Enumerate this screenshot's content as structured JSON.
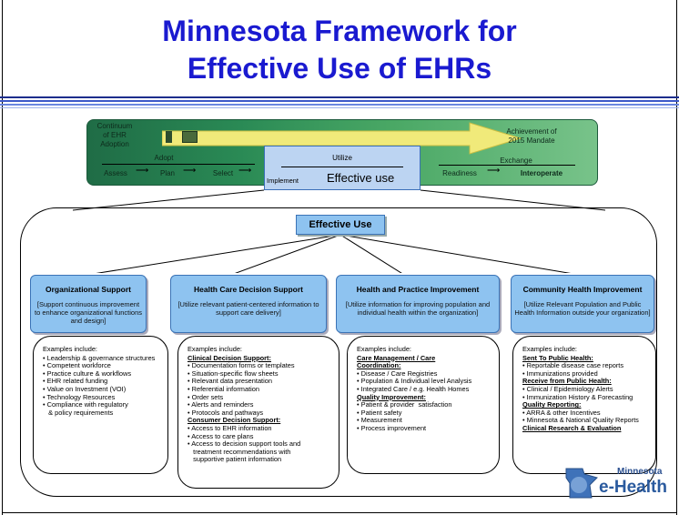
{
  "title": {
    "line1": "Minnesota Framework for",
    "line2": "Effective Use of EHRs"
  },
  "continuum": {
    "left_label": "Continuum\nof EHR\nAdoption",
    "right_label": "Achievement of\n2015 Mandate",
    "adopt": "Adopt",
    "assess": "Assess",
    "plan": "Plan",
    "select": "Select",
    "utilize": "Utilize",
    "implement": "Implement",
    "effective_use": "Effective use",
    "exchange": "Exchange",
    "readiness": "Readiness",
    "interoperate": "Interoperate"
  },
  "root": "Effective Use",
  "categories": [
    {
      "title": "Organizational Support",
      "subtitle": "[Support continuous improvement to enhance organizational functions and design]",
      "examples": [
        {
          "type": "head",
          "text": "Examples include:"
        },
        {
          "type": "item",
          "text": "• Leadership & governance structures"
        },
        {
          "type": "item",
          "text": "• Competent workforce"
        },
        {
          "type": "item",
          "text": "• Practice culture & workflows"
        },
        {
          "type": "item",
          "text": "• EHR related funding"
        },
        {
          "type": "item",
          "text": "• Value on Investment (VOI)"
        },
        {
          "type": "item",
          "text": "• Technology Resources"
        },
        {
          "type": "item",
          "text": "• Compliance with regulatory"
        },
        {
          "type": "item",
          "text": "   & policy requirements"
        }
      ]
    },
    {
      "title": "Health Care Decision Support",
      "subtitle": "[Utilize relevant patient-centered information to support care delivery]",
      "examples": [
        {
          "type": "head",
          "text": "Examples include:"
        },
        {
          "type": "sub",
          "text": "Clinical Decision Support:"
        },
        {
          "type": "item",
          "text": "• Documentation forms or templates"
        },
        {
          "type": "item",
          "text": "• Situation-specific flow sheets"
        },
        {
          "type": "item",
          "text": "• Relevant data presentation"
        },
        {
          "type": "item",
          "text": "• Referential information"
        },
        {
          "type": "item",
          "text": "• Order sets"
        },
        {
          "type": "item",
          "text": "• Alerts and reminders"
        },
        {
          "type": "item",
          "text": "• Protocols and pathways"
        },
        {
          "type": "sub",
          "text": "Consumer Decision Support:"
        },
        {
          "type": "item",
          "text": "• Access to EHR information"
        },
        {
          "type": "item",
          "text": "• Access to care plans"
        },
        {
          "type": "item",
          "text": "• Access to decision support tools and"
        },
        {
          "type": "item",
          "text": "   treatment recommendations with"
        },
        {
          "type": "item",
          "text": "   supportive patient information"
        }
      ]
    },
    {
      "title": "Health and Practice Improvement",
      "subtitle": "[Utilize information for improving population and individual health within the organization]",
      "examples": [
        {
          "type": "head",
          "text": "Examples include:"
        },
        {
          "type": "sub",
          "text": "Care Management / Care"
        },
        {
          "type": "sub",
          "text": "Coordination:"
        },
        {
          "type": "item",
          "text": "• Disease / Care Registries"
        },
        {
          "type": "item",
          "text": "• Population & Individual level Analysis"
        },
        {
          "type": "item",
          "text": "• Integrated Care / e.g. Health Homes"
        },
        {
          "type": "sub",
          "text": "Quality Improvement:"
        },
        {
          "type": "item",
          "text": "• Patient & provider  satisfaction"
        },
        {
          "type": "item",
          "text": "• Patient safety"
        },
        {
          "type": "item",
          "text": "• Measurement"
        },
        {
          "type": "item",
          "text": "• Process improvement"
        }
      ]
    },
    {
      "title": "Community Health Improvement",
      "subtitle": "[Utilize Relevant Population and Public Health Information outside your organization]",
      "examples": [
        {
          "type": "head",
          "text": "Examples include:"
        },
        {
          "type": "sub",
          "text": "Sent To Public Health:"
        },
        {
          "type": "item",
          "text": "• Reportable disease case reports"
        },
        {
          "type": "item",
          "text": "• Immunizations provided"
        },
        {
          "type": "sub",
          "text": "Receive from Public Health:"
        },
        {
          "type": "item",
          "text": "• Clinical / Epidemiology Alerts"
        },
        {
          "type": "item",
          "text": "• Immunization History & Forecasting"
        },
        {
          "type": "sub",
          "text": "Quality Reporting:"
        },
        {
          "type": "item",
          "text": "• ARRA & other Incentives"
        },
        {
          "type": "item",
          "text": "• Minnesota & National Quality Reports"
        },
        {
          "type": "sub",
          "text": "Clinical Research & Evaluation"
        }
      ]
    }
  ],
  "logo": {
    "line1": "Minnesota",
    "line2": "e-Health"
  },
  "colors": {
    "title": "#1a1ad0",
    "box_fill": "#8ec3f0",
    "box_border": "#3b73b6",
    "band_green": "#2a8a55",
    "arrow_yellow": "#f0ea7a"
  }
}
